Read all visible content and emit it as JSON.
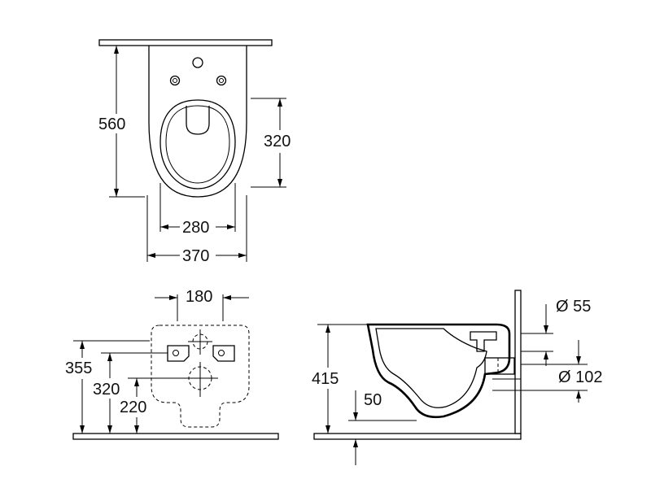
{
  "top_view": {
    "dims": {
      "length": "560",
      "bowl_opening": "320",
      "inner_width": "280",
      "outer_width": "370"
    }
  },
  "back_view": {
    "dims": {
      "bolt_spacing": "180",
      "height_355": "355",
      "height_320": "320",
      "height_220": "220"
    }
  },
  "side_view": {
    "dims": {
      "height_415": "415",
      "depth_50": "50",
      "dia_55": "Ø 55",
      "dia_102": "Ø 102"
    }
  }
}
